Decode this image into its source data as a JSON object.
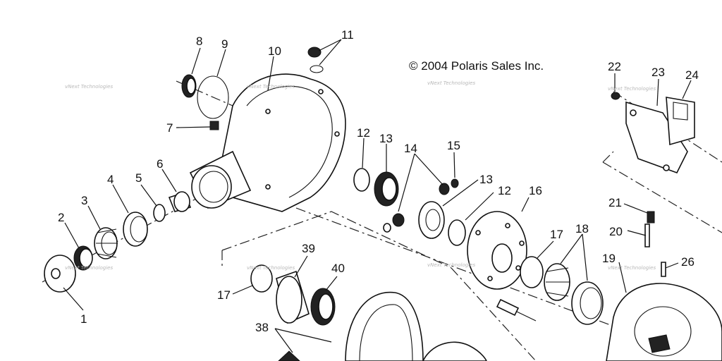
{
  "diagram": {
    "copyright": "© 2004 Polaris Sales Inc.",
    "watermark": "vNext Technologies",
    "callouts": [
      "1",
      "2",
      "3",
      "4",
      "5",
      "6",
      "7",
      "8",
      "9",
      "10",
      "11",
      "12",
      "13",
      "14",
      "15",
      "12",
      "13",
      "16",
      "17",
      "18",
      "19",
      "20",
      "21",
      "22",
      "23",
      "24",
      "26",
      "17",
      "39",
      "40",
      "38"
    ]
  }
}
